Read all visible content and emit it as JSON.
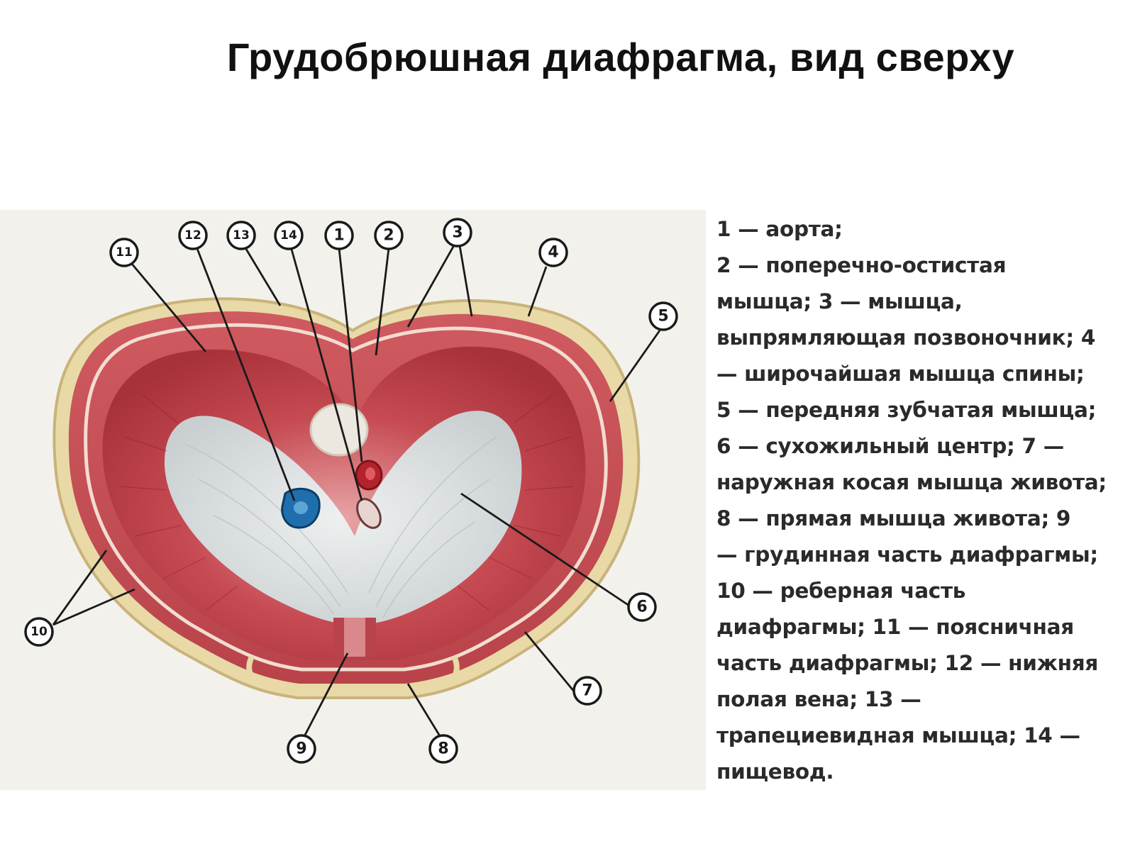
{
  "title": "Грудобрюшная диафрагма, вид сверху",
  "figure": {
    "callouts": [
      "1",
      "2",
      "3",
      "4",
      "5",
      "6",
      "7",
      "8",
      "9",
      "10",
      "11",
      "12",
      "13",
      "14"
    ]
  },
  "legend": {
    "lines": [
      "1 — аорта;",
      "2 — поперечно-остистая",
      "мышца; 3 — мышца,",
      "выпрямляющая позвоночник; 4",
      "— широчайшая мышца спины;",
      "5 — передняя зубчатая мышца;",
      "6 — сухожильный центр; 7 —",
      "наружная косая мышца живота;",
      "8 — прямая мышца живота; 9",
      "— грудинная часть диафрагмы;",
      "10 — реберная часть",
      "диафрагмы; 11 — поясничная",
      "часть диафрагмы; 12 — нижняя",
      "полая вена; 13 —",
      "трапециевидная мышца; 14 —",
      "пищевод."
    ]
  },
  "colors": {
    "muscle": "#c0414a",
    "muscle_dark": "#9e2b33",
    "tendon": "#dfe2e3",
    "fat": "#e7d9a8",
    "vena_cava": "#1f6fae",
    "aorta": "#b3232b"
  }
}
